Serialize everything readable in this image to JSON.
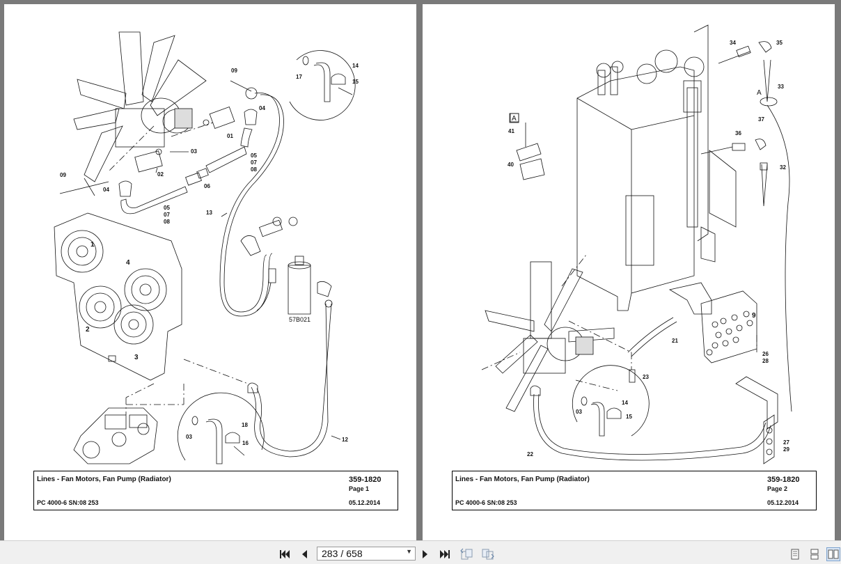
{
  "viewer": {
    "current_page": "283",
    "page_separator": "/",
    "total_pages": "658"
  },
  "left_page": {
    "labels": {
      "l09a": "09",
      "l09b": "09",
      "l04a": "04",
      "l04b": "04",
      "l03a": "03",
      "l03b": "03",
      "l01": "01",
      "l02": "02",
      "l06": "06",
      "l05a": "05",
      "l07a": "07",
      "l08a": "08",
      "l05b": "05",
      "l07b": "07",
      "l08b": "08",
      "l13": "13",
      "l17": "17",
      "l14": "14",
      "l15": "15",
      "l18": "18",
      "l16": "16",
      "l12": "12",
      "l57": "57B021",
      "g1": "1",
      "g2": "2",
      "g3": "3",
      "g4": "4"
    },
    "title": "Lines - Fan Motors, Fan Pump (Radiator)",
    "part_number": "359-1820",
    "page_label": "Page 1",
    "model": "PC 4000-6 SN:08 253",
    "date": "05.12.2014"
  },
  "right_page": {
    "labels": {
      "r34": "34",
      "r35": "35",
      "r33": "33",
      "rA1": "A",
      "rA2": "A",
      "r37": "37",
      "r36": "36",
      "r32": "32",
      "r41": "41",
      "r40": "40",
      "r21": "21",
      "r26": "26",
      "r28": "28",
      "r23": "23",
      "r03": "03",
      "r14": "14",
      "r15": "15",
      "r27": "27",
      "r29": "29",
      "r22": "22",
      "r9": "9"
    },
    "title": "Lines - Fan Motors, Fan Pump (Radiator)",
    "part_number": "359-1820",
    "page_label": "Page 2",
    "model": "PC 4000-6 SN:08 253",
    "date": "05.12.2014"
  },
  "icons": {
    "first": "first-page-icon",
    "prev": "previous-page-icon",
    "next": "next-page-icon",
    "last": "last-page-icon",
    "back": "go-back-icon",
    "forward": "go-forward-icon",
    "single": "single-page-view-icon",
    "continuous": "continuous-view-icon",
    "facing": "facing-pages-view-icon"
  }
}
